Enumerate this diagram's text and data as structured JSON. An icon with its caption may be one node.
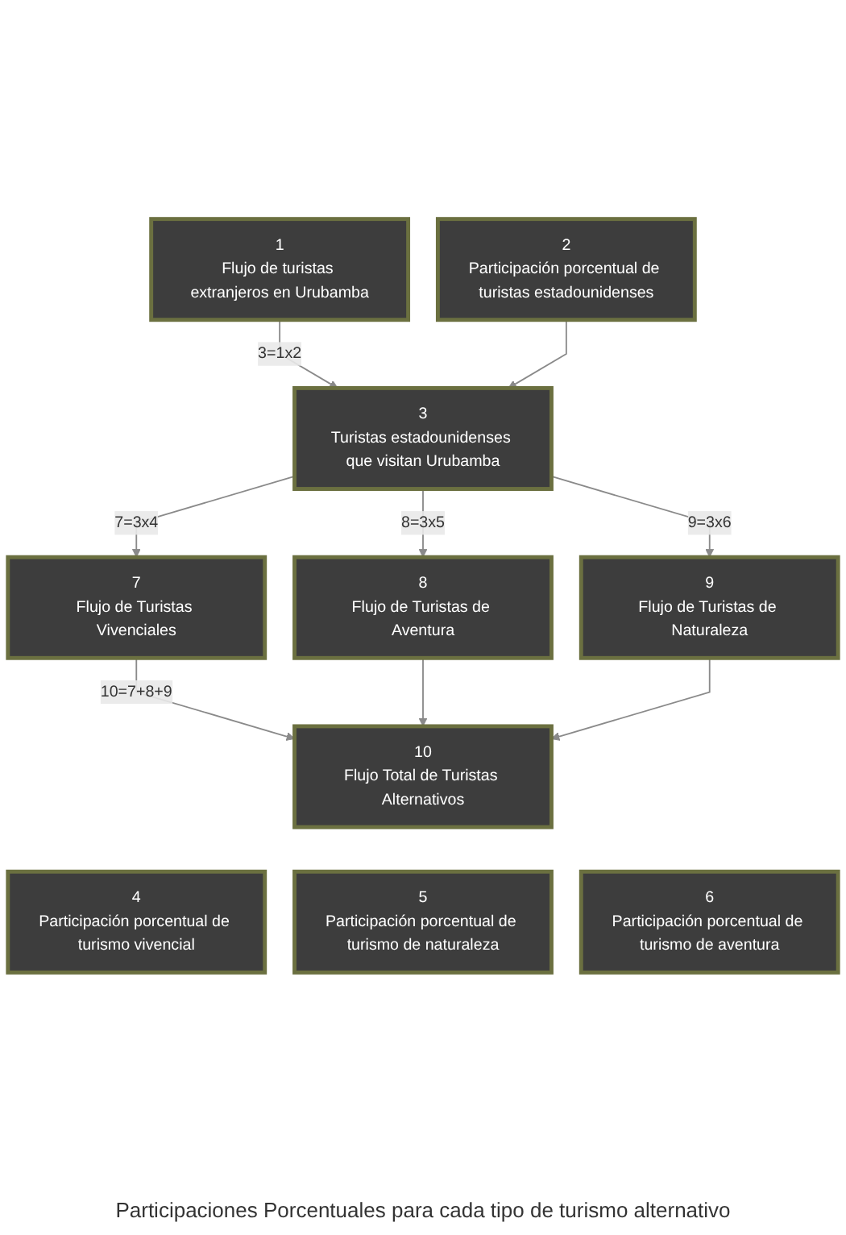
{
  "diagram": {
    "nodes": [
      {
        "text": [
          "1",
          "Flujo de turistas extranjeros en Urubamba"
        ]
      },
      {
        "text": [
          "2",
          "Participación porcentual de turistas estadounidenses"
        ]
      },
      {
        "text": [
          "3",
          "Turistas estadounidenses que visitan Urubamba"
        ]
      },
      {
        "text": [
          "7",
          "Flujo de Turistas Vivenciales"
        ]
      },
      {
        "text": [
          "8",
          "Flujo de Turistas de Aventura"
        ]
      },
      {
        "text": [
          "9",
          "Flujo de Turistas de Naturaleza"
        ]
      },
      {
        "text": [
          "10",
          "Flujo Total de Turistas Alternativos"
        ]
      },
      {
        "text": [
          "4",
          "Participación porcentual de turismo vivencial"
        ]
      },
      {
        "text": [
          "5",
          "Participación porcentual de turismo de naturaleza"
        ]
      },
      {
        "text": [
          "6",
          "Participación porcentual de turismo de aventura"
        ]
      }
    ],
    "edges": [
      {
        "from": 0,
        "to": 2,
        "arrow": "to",
        "label": "3=1x2"
      },
      {
        "from": 1,
        "to": 2,
        "arrow": "to"
      },
      {
        "from": 2,
        "to": 3,
        "arrow": "to",
        "label": "7=3x4"
      },
      {
        "from": 2,
        "to": 4,
        "arrow": "to",
        "label": "8=3x5"
      },
      {
        "from": 2,
        "to": 5,
        "arrow": "to",
        "label": "9=3x6"
      },
      {
        "from": 3,
        "to": 6,
        "arrow": "to",
        "label": "10=7+8+9"
      },
      {
        "from": 4,
        "to": 6,
        "arrow": "to"
      },
      {
        "from": 5,
        "to": 6,
        "arrow": "to"
      }
    ],
    "labels": [
      "Participaciones Porcentuales para cada tipo de turismo alternativo"
    ]
  }
}
